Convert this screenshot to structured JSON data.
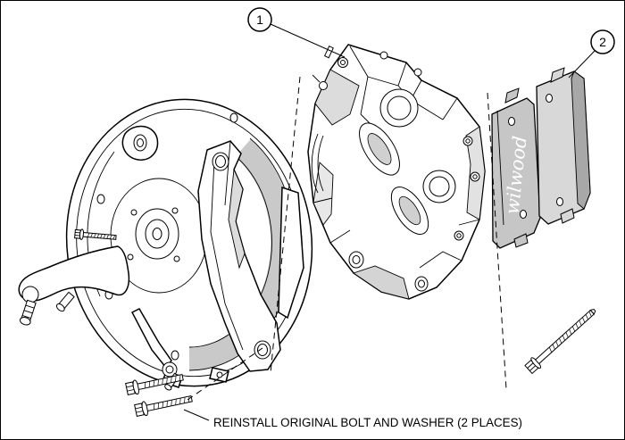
{
  "callouts": [
    {
      "label": "1"
    },
    {
      "label": "2"
    }
  ],
  "pads": {
    "brand_script": "wilwood"
  },
  "note": {
    "text": "REINSTALL ORIGINAL BOLT AND WASHER (2 PLACES)"
  },
  "colors": {
    "line": "#000000",
    "background": "#ffffff",
    "shade_light": "#e2e2e2",
    "shade_mid": "#c9c9c9",
    "friction_dark": "#a8a8a8",
    "pad_script_text": "#ffffff"
  }
}
